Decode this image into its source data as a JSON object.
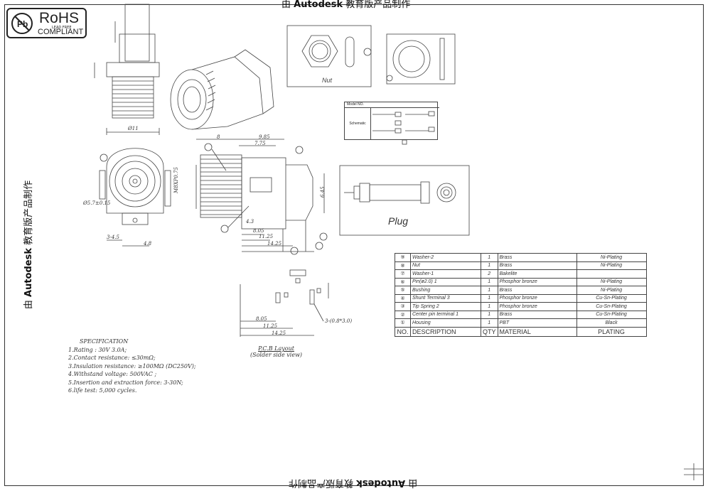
{
  "watermark": {
    "brand_char": "由",
    "brand": "Autodesk",
    "suffix": "教育版产品制作"
  },
  "rohs": {
    "title": "RoHS",
    "lead_free": "LEAD FREE",
    "compliant": "COMPLIANT"
  },
  "labels": {
    "nut": "Nut",
    "plug": "Plug",
    "model_no": "Model NO.",
    "schematic": "Schematic",
    "dims": {
      "d_11": "Ø11",
      "d_5_7": "Ø5.7±0.15",
      "m8": "M8XP0.75",
      "p_8": "8",
      "p_9_85": "9.85",
      "p_7_75": "7.75",
      "p_6_45": "6.45",
      "p_4_3": "4.3",
      "p_8_05": "8.05",
      "p_11_25": "11.25",
      "p_14_25": "14.25",
      "p_3_45": "3-4.5",
      "p_4_8": "4.8",
      "slot": "3-(0.8*3.0)",
      "pcb_8_05": "8.05",
      "pcb_11_25": "11.25",
      "pcb_14_25": "14.25"
    }
  },
  "bom": {
    "header": [
      "NO.",
      "DESCRIPTION",
      "QTY",
      "MATERIAL",
      "PLATING"
    ],
    "rows": [
      {
        "no": "⑨",
        "desc": "Washer-2",
        "qty": "1",
        "material": "Brass",
        "plating": "Ni-Plating"
      },
      {
        "no": "⑧",
        "desc": "Nut",
        "qty": "1",
        "material": "Brass",
        "plating": "Ni-Plating"
      },
      {
        "no": "⑦",
        "desc": "Washer-1",
        "qty": "2",
        "material": "Bakelite",
        "plating": ""
      },
      {
        "no": "⑥",
        "desc": "Pin(ø2.0)   1",
        "qty": "1",
        "material": "Phosphor bronze",
        "plating": "Ni-Plating"
      },
      {
        "no": "⑤",
        "desc": "Bushing",
        "qty": "1",
        "material": "Brass",
        "plating": "Ni-Plating"
      },
      {
        "no": "④",
        "desc": "Shunt Terminal   3",
        "qty": "1",
        "material": "Phosphor bronze",
        "plating": "Cu-Sn-Plating"
      },
      {
        "no": "③",
        "desc": "Tip Spring   2",
        "qty": "1",
        "material": "Phosphor bronze",
        "plating": "Cu-Sn-Plating"
      },
      {
        "no": "②",
        "desc": "Center pin terminal 1",
        "qty": "1",
        "material": "Brass",
        "plating": "Cu-Sn-Plating"
      },
      {
        "no": "①",
        "desc": "Housing",
        "qty": "1",
        "material": "PBT",
        "plating": "Black"
      }
    ]
  },
  "spec": {
    "title": "SPECIFICATION",
    "lines": [
      "1.Rating : 30V  3.0A;",
      "2.Contact resistance: ≤30mΩ;",
      "3.Insulation resistance: ≥100MΩ  (DC250V);",
      "4.Withstand voltage: 500VAC ;",
      "5.Insertion and extraction force: 3-30N;",
      "6.life test: 5,000 cycles."
    ]
  },
  "pcb": {
    "title": "P.C.B Layout",
    "subtitle": "(Solder side  view)"
  }
}
